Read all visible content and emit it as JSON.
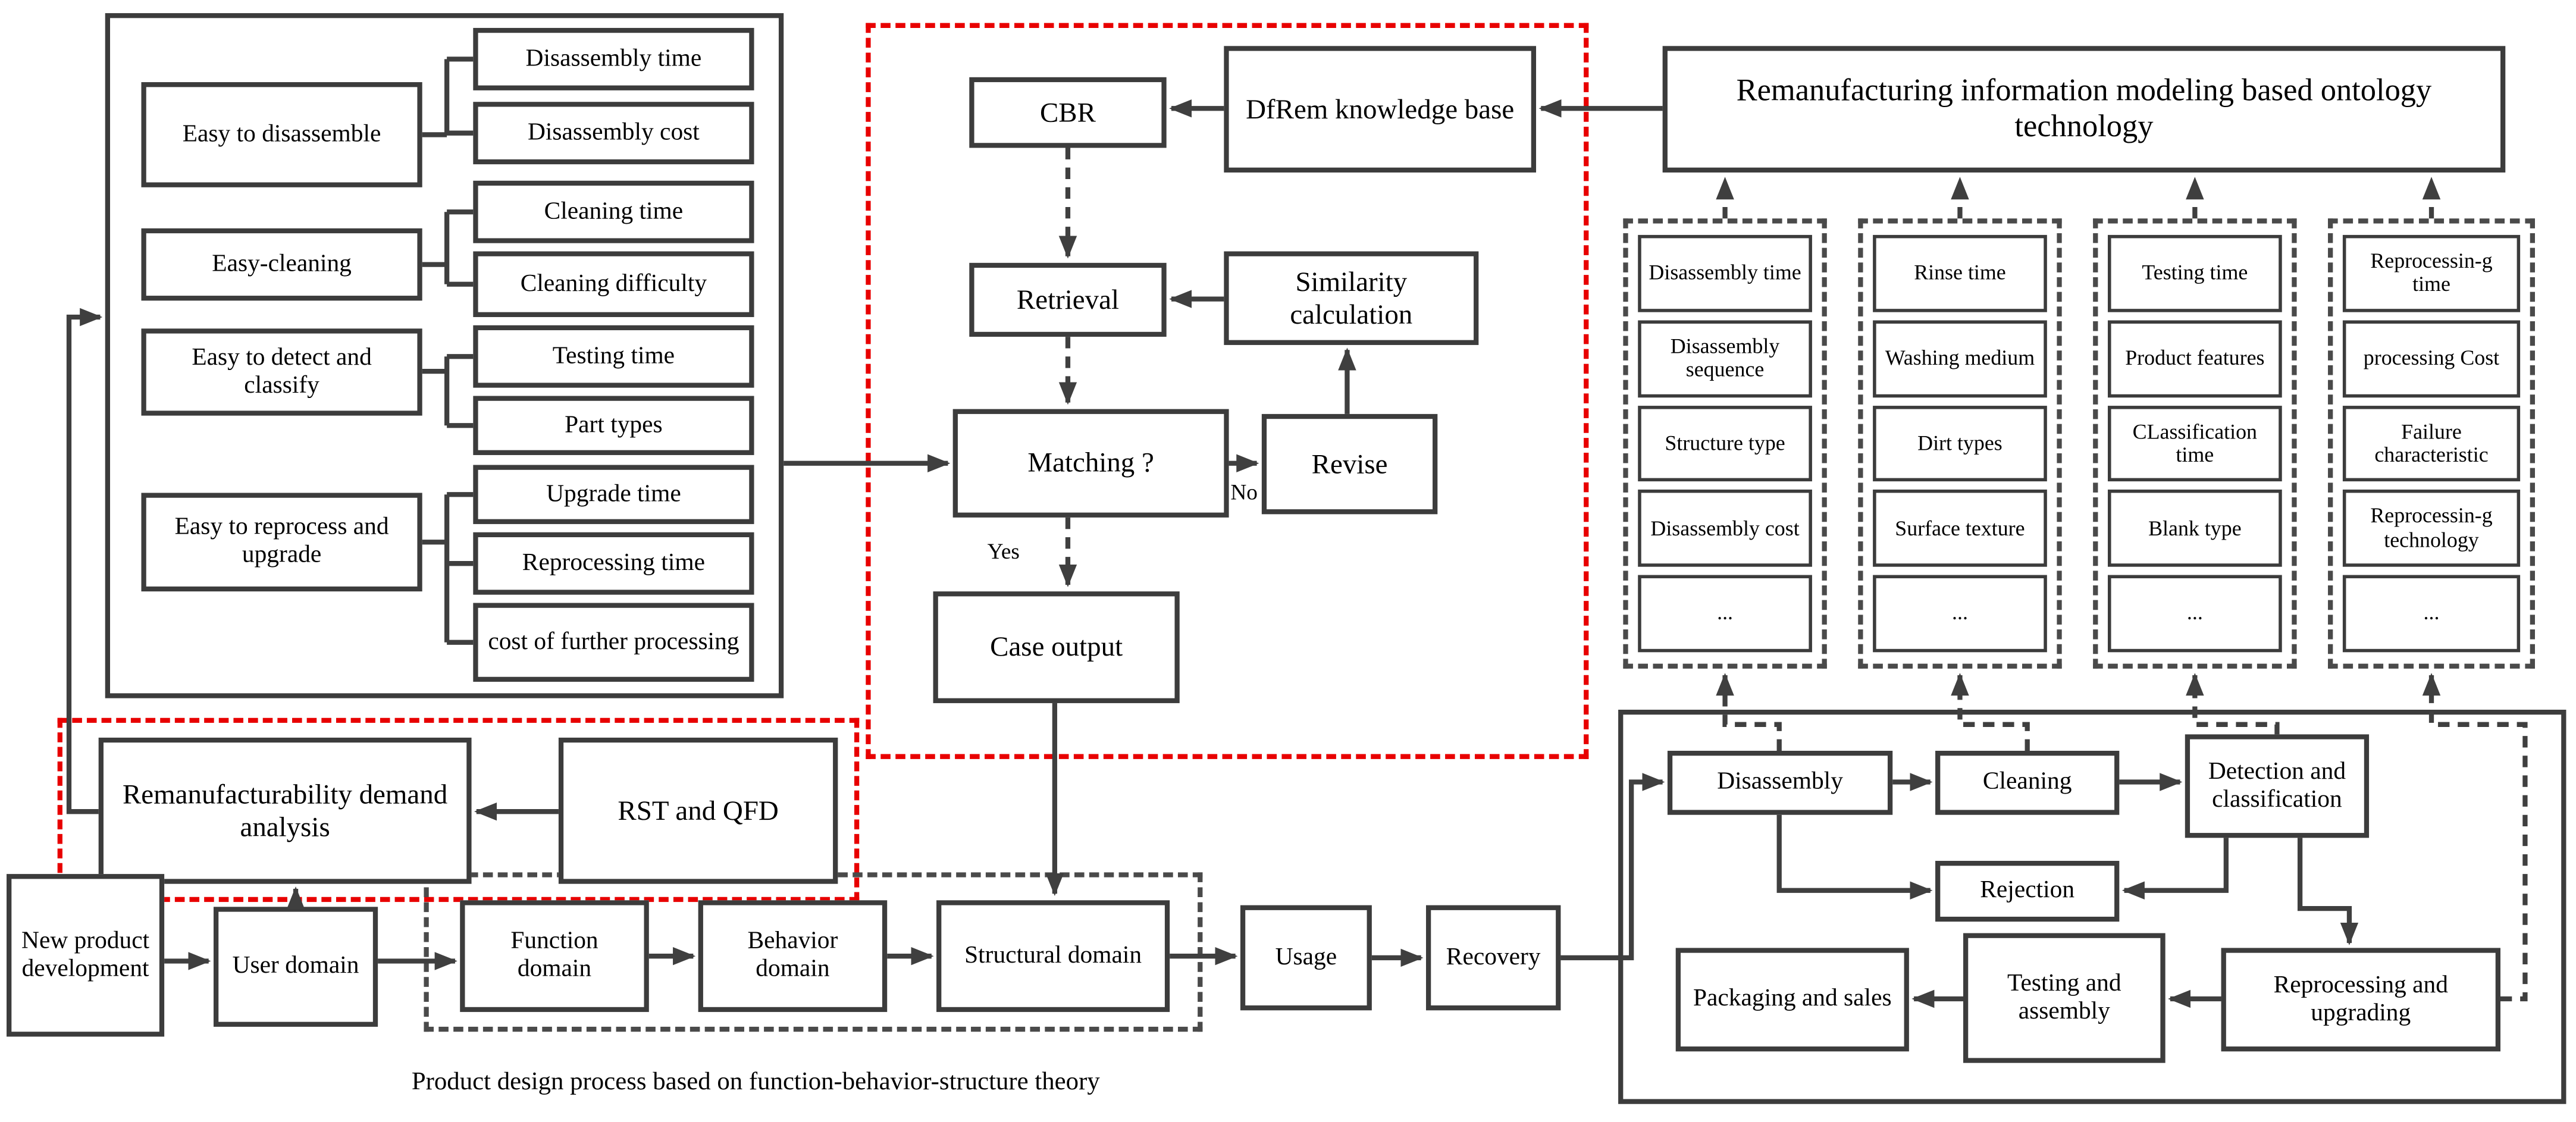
{
  "colors": {
    "accent_red": "#e80000",
    "line": "#3f3f3f",
    "box_border": "#3c3c3c",
    "background": "#ffffff"
  },
  "design_criteria": {
    "groups": [
      {
        "parent": "Easy to disassemble",
        "children": [
          "Disassembly time",
          "Disassembly cost"
        ]
      },
      {
        "parent": "Easy-cleaning",
        "children": [
          "Cleaning time",
          "Cleaning difficulty"
        ]
      },
      {
        "parent": "Easy to detect and classify",
        "children": [
          "Testing time",
          "Part types"
        ]
      },
      {
        "parent": "Easy to reprocess and upgrade",
        "children": [
          "Upgrade time",
          "Reprocessing time",
          "cost of further processing"
        ]
      }
    ]
  },
  "cbr_module": {
    "cbr": "CBR",
    "knowledge_base": "DfRem knowledge base",
    "retrieval": "Retrieval",
    "similarity": "Similarity calculation",
    "matching": "Matching ?",
    "revise": "Revise",
    "case_output": "Case output",
    "yes_label": "Yes",
    "no_label": "No"
  },
  "ontology": {
    "title": "Remanufacturing information modeling based ontology technology"
  },
  "knowledge_columns": [
    {
      "items": [
        "Disassembly time",
        "Disassembly sequence",
        "Structure type",
        "Disassembly cost",
        "..."
      ]
    },
    {
      "items": [
        "Rinse time",
        "Washing medium",
        "Dirt types",
        "Surface texture",
        "..."
      ]
    },
    {
      "items": [
        "Testing time",
        "Product features",
        "CLassification time",
        "Blank type",
        "..."
      ]
    },
    {
      "items": [
        "Reprocessin-g time",
        "processing Cost",
        "Failure characteristic",
        "Reprocessin-g technology",
        "..."
      ]
    }
  ],
  "remanufacturing_process": {
    "disassembly": "Disassembly",
    "cleaning": "Cleaning",
    "detection": "Detection and classification",
    "rejection": "Rejection",
    "packaging": "Packaging and sales",
    "testing": "Testing and assembly",
    "reprocessing": "Reprocessing and upgrading"
  },
  "demand_module": {
    "analysis": "Remanufacturability demand analysis",
    "rst_qfd": "RST and QFD"
  },
  "design_flow": {
    "new_product": "New product development",
    "user": "User domain",
    "function": "Function domain",
    "behavior": "Behavior domain",
    "structural": "Structural domain",
    "usage": "Usage",
    "recovery": "Recovery",
    "caption": "Product design process based on function-behavior-structure theory"
  }
}
